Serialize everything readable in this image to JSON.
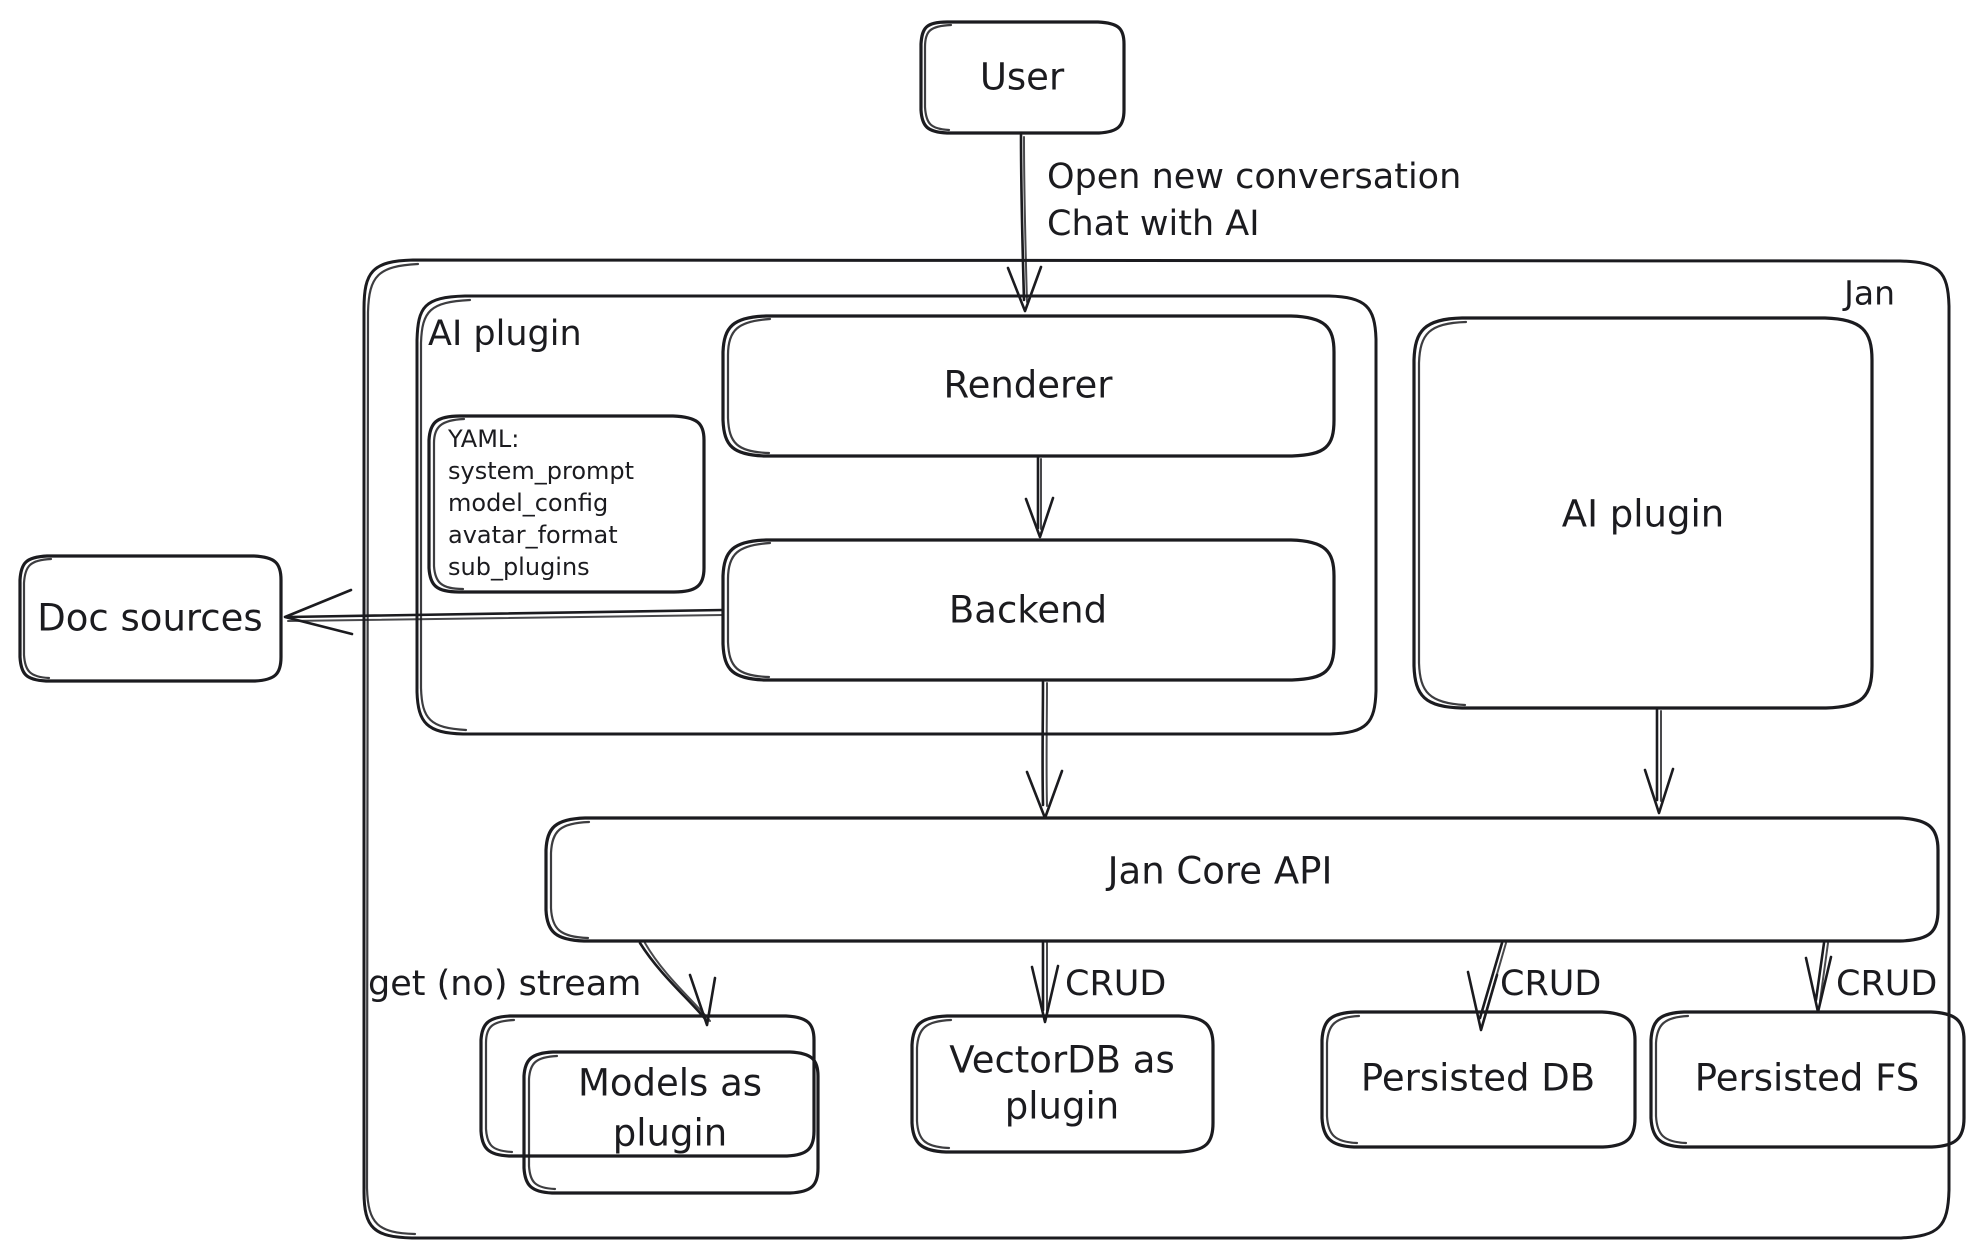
{
  "diagram": {
    "title_corner_label": "Jan",
    "style": {
      "stroke_color": "#1b1b1f",
      "background": "#ffffff",
      "hand_drawn": true
    },
    "nodes": {
      "user": {
        "label": "User"
      },
      "renderer": {
        "label": "Renderer"
      },
      "backend": {
        "label": "Backend"
      },
      "ai_plugin_group": {
        "label": "AI plugin"
      },
      "ai_plugin_box": {
        "label": "AI plugin"
      },
      "doc_sources": {
        "label": "Doc sources"
      },
      "jan_core_api": {
        "label": "Jan Core API"
      },
      "models_as_plugin": {
        "label_line1": "Models as",
        "label_line2": "plugin"
      },
      "vectordb_as_plugin": {
        "label_line1": "VectorDB as",
        "label_line2": "plugin"
      },
      "persisted_db": {
        "label": "Persisted DB"
      },
      "persisted_fs": {
        "label": "Persisted FS"
      }
    },
    "yaml_card": {
      "header": "YAML:",
      "keys": [
        "system_prompt",
        "model_config",
        "avatar_format",
        "sub_plugins"
      ]
    },
    "edges": [
      {
        "id": "user-to-renderer",
        "from": "user",
        "to": "renderer",
        "label_line1": "Open new conversation",
        "label_line2": "Chat with AI"
      },
      {
        "id": "renderer-to-backend",
        "from": "renderer",
        "to": "backend",
        "label": ""
      },
      {
        "id": "backend-to-doc-sources",
        "from": "backend",
        "to": "doc_sources",
        "label": ""
      },
      {
        "id": "backend-to-core",
        "from": "backend",
        "to": "jan_core_api",
        "label": ""
      },
      {
        "id": "aiplugin-to-core",
        "from": "ai_plugin_box",
        "to": "jan_core_api",
        "label": ""
      },
      {
        "id": "core-to-models",
        "from": "jan_core_api",
        "to": "models_as_plugin",
        "label": "get (no) stream"
      },
      {
        "id": "core-to-vectordb",
        "from": "jan_core_api",
        "to": "vectordb_as_plugin",
        "label": "CRUD"
      },
      {
        "id": "core-to-persisted-db",
        "from": "jan_core_api",
        "to": "persisted_db",
        "label": "CRUD"
      },
      {
        "id": "core-to-persisted-fs",
        "from": "jan_core_api",
        "to": "persisted_fs",
        "label": "CRUD"
      }
    ]
  }
}
